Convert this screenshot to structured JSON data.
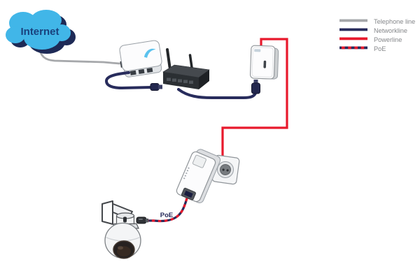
{
  "cloud": {
    "label": "Internet"
  },
  "poe_cable_label": "PoE",
  "legend": {
    "items": [
      {
        "label": "Telephone line",
        "color": "#A6A8AB",
        "style": "solid"
      },
      {
        "label": "Networkline",
        "color": "#282C5C",
        "style": "solid"
      },
      {
        "label": "Powerline",
        "color": "#E8192C",
        "style": "solid"
      },
      {
        "label": "PoE",
        "color": "#282C5C",
        "color2": "#E8192C",
        "style": "dashed-red-navy"
      }
    ]
  },
  "colors": {
    "telephone_line": "#A6A8AB",
    "network_line": "#282C5C",
    "power_line": "#E8192C",
    "cloud_fill": "#41B6E8",
    "cloud_shadow": "#1E2A56",
    "internet_text": "#19417D",
    "poe_text": "#282C5C",
    "legend_text": "#85878A"
  },
  "devices": [
    {
      "icon": "internet-cloud-icon"
    },
    {
      "icon": "dsl-modem-icon"
    },
    {
      "icon": "wireless-router-icon"
    },
    {
      "icon": "powerline-adapter-icon"
    },
    {
      "icon": "wall-outlet-icon"
    },
    {
      "icon": "poe-powerline-adapter-icon"
    },
    {
      "icon": "dome-camera-icon"
    }
  ]
}
